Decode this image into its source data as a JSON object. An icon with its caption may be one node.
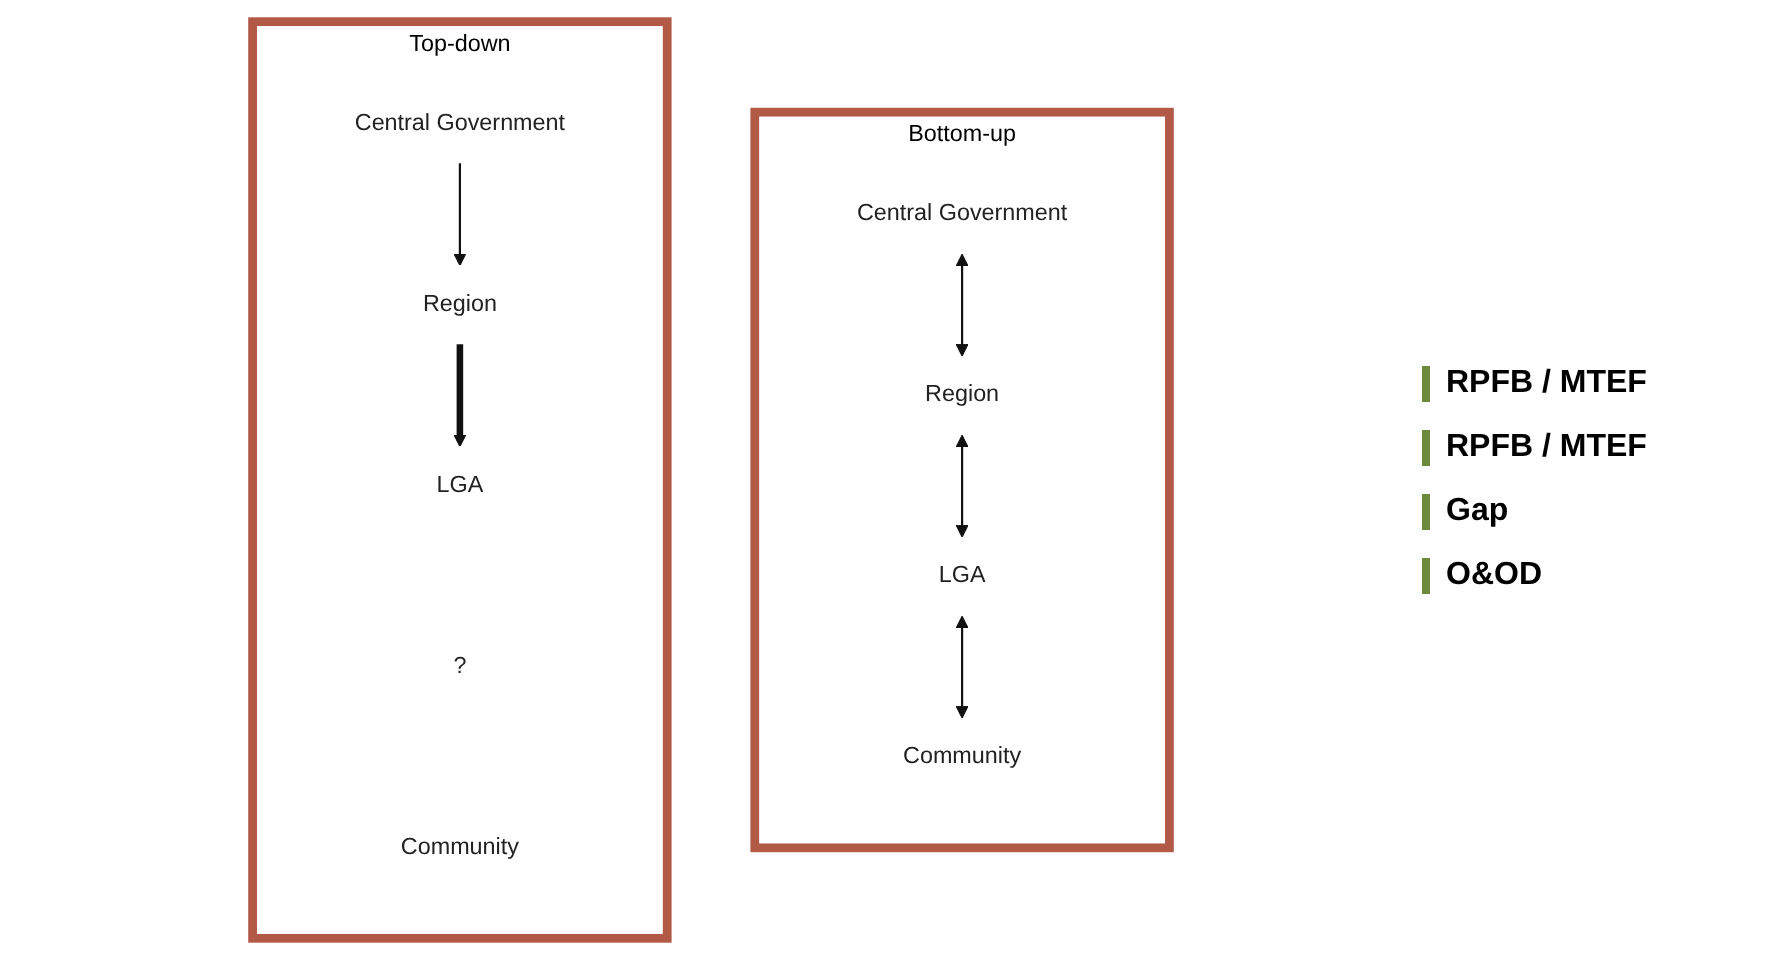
{
  "diagram": {
    "nodes": [
      {
        "text": [
          "Top-down"
        ]
      },
      {
        "text": [
          "Central Government"
        ],
        "in": 0
      },
      {
        "text": [
          "Region"
        ],
        "in": 0
      },
      {
        "text": [
          "LGA"
        ],
        "in": 0
      },
      {
        "text": [
          "?"
        ],
        "in": 0
      },
      {
        "text": [
          "Community"
        ],
        "in": 0
      },
      {
        "text": [
          "Bottom-up"
        ]
      },
      {
        "text": [
          "Central Government"
        ],
        "in": 6
      },
      {
        "text": [
          "Region"
        ],
        "in": 6
      },
      {
        "text": [
          "LGA"
        ],
        "in": 6
      },
      {
        "text": [
          "Community"
        ],
        "in": 6
      }
    ],
    "edges": [
      {
        "from": 1,
        "to": 2,
        "arrow": "to"
      },
      {
        "from": 2,
        "to": 3,
        "arrow": "to",
        "style": "thick"
      },
      {
        "from": 7,
        "to": 8,
        "arrow": "both"
      },
      {
        "from": 8,
        "to": 9,
        "arrow": "both"
      },
      {
        "from": 9,
        "to": 10,
        "arrow": "both"
      }
    ],
    "labels": [
      "RPFB / MTEF",
      "RPFB / MTEF",
      "Gap",
      "O&OD"
    ]
  }
}
